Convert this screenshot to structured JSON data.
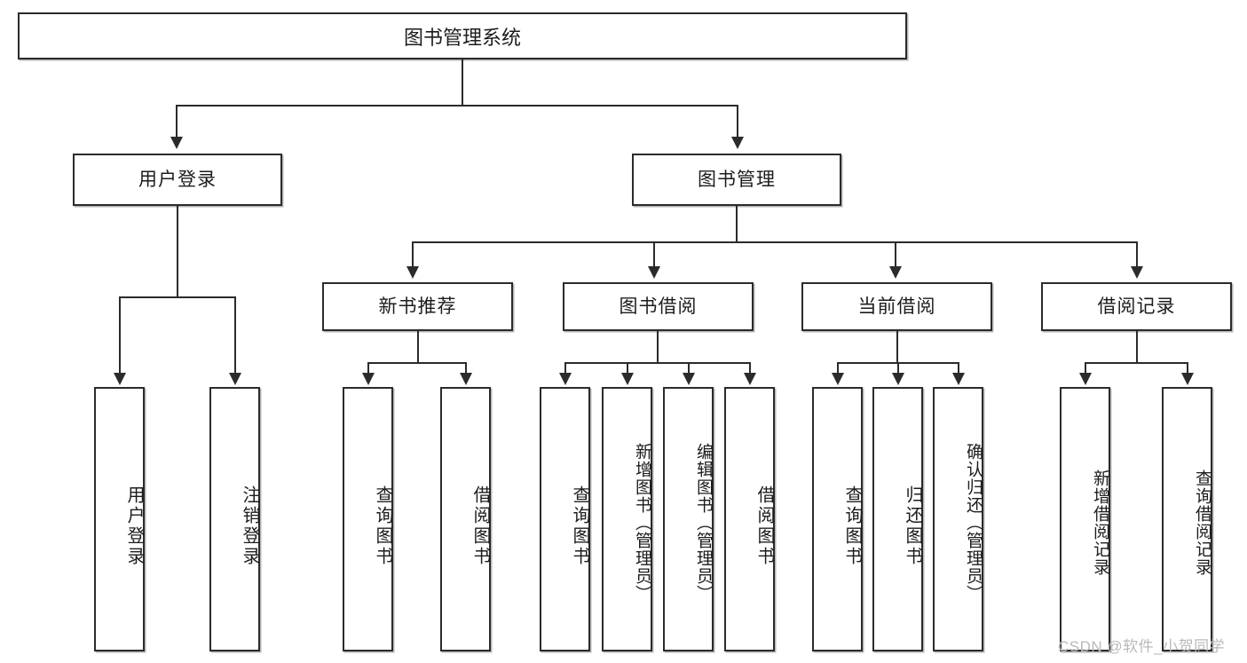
{
  "diagram": {
    "type": "hierarchy-tree",
    "root": {
      "label": "图书管理系统"
    },
    "level1": [
      {
        "label": "用户登录"
      },
      {
        "label": "图书管理"
      }
    ],
    "level2": [
      {
        "label": "新书推荐"
      },
      {
        "label": "图书借阅"
      },
      {
        "label": "当前借阅"
      },
      {
        "label": "借阅记录"
      }
    ],
    "leaves": [
      {
        "label": "用户登录"
      },
      {
        "label": "注销登录"
      },
      {
        "label": "查询图书"
      },
      {
        "label": "借阅图书"
      },
      {
        "label": "查询图书"
      },
      {
        "label": "新增图书（管理员）"
      },
      {
        "label": "编辑图书（管理员）"
      },
      {
        "label": "借阅图书"
      },
      {
        "label": "查询图书"
      },
      {
        "label": "归还图书"
      },
      {
        "label": "确认归还（管理员）"
      },
      {
        "label": "新增借阅记录"
      },
      {
        "label": "查询借阅记录"
      }
    ]
  },
  "watermark": {
    "text": "CSDN @软件_小贺同学"
  },
  "colors": {
    "stroke": "#2b2b2b",
    "fill": "#ffffff",
    "text": "#1c1c1c",
    "watermark": "#b9b9b9"
  }
}
